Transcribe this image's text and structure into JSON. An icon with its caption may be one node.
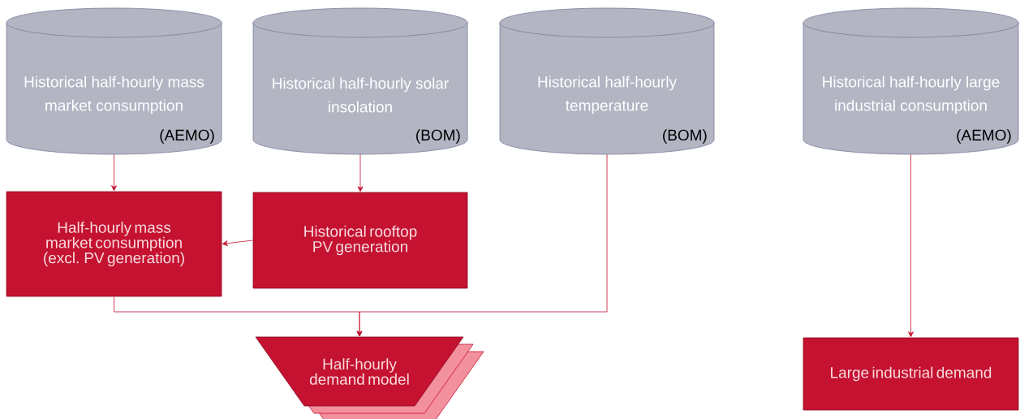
{
  "diagram": {
    "nodes": [
      {
        "text": [
          "Historical half-hourly mass market consumption",
          "(AEMO)"
        ]
      },
      {
        "text": [
          "Historical half-hourly solar insolation",
          "(BOM)"
        ]
      },
      {
        "text": [
          "Historical half-hourly temperature",
          "(BOM)"
        ]
      },
      {
        "text": [
          "Historical half-hourly large industrial consumption",
          "(AEMO)"
        ]
      },
      {
        "text": [
          "Half-hourly mass market consumption (excl. PV generation)"
        ]
      },
      {
        "text": [
          "Historical rooftop PV generation"
        ]
      },
      {
        "text": [
          "Half-hourly demand model"
        ]
      },
      {
        "text": [
          "Large industrial demand"
        ]
      }
    ],
    "edges": [
      {
        "from": 0,
        "to": 4,
        "arrow": "to"
      },
      {
        "from": 1,
        "to": 5,
        "arrow": "to"
      },
      {
        "from": 5,
        "to": 4,
        "arrow": "to"
      },
      {
        "from": 4,
        "to": 6,
        "arrow": "to"
      },
      {
        "from": 2,
        "to": 6,
        "arrow": "to"
      },
      {
        "from": 3,
        "to": 7,
        "arrow": "to"
      }
    ]
  }
}
